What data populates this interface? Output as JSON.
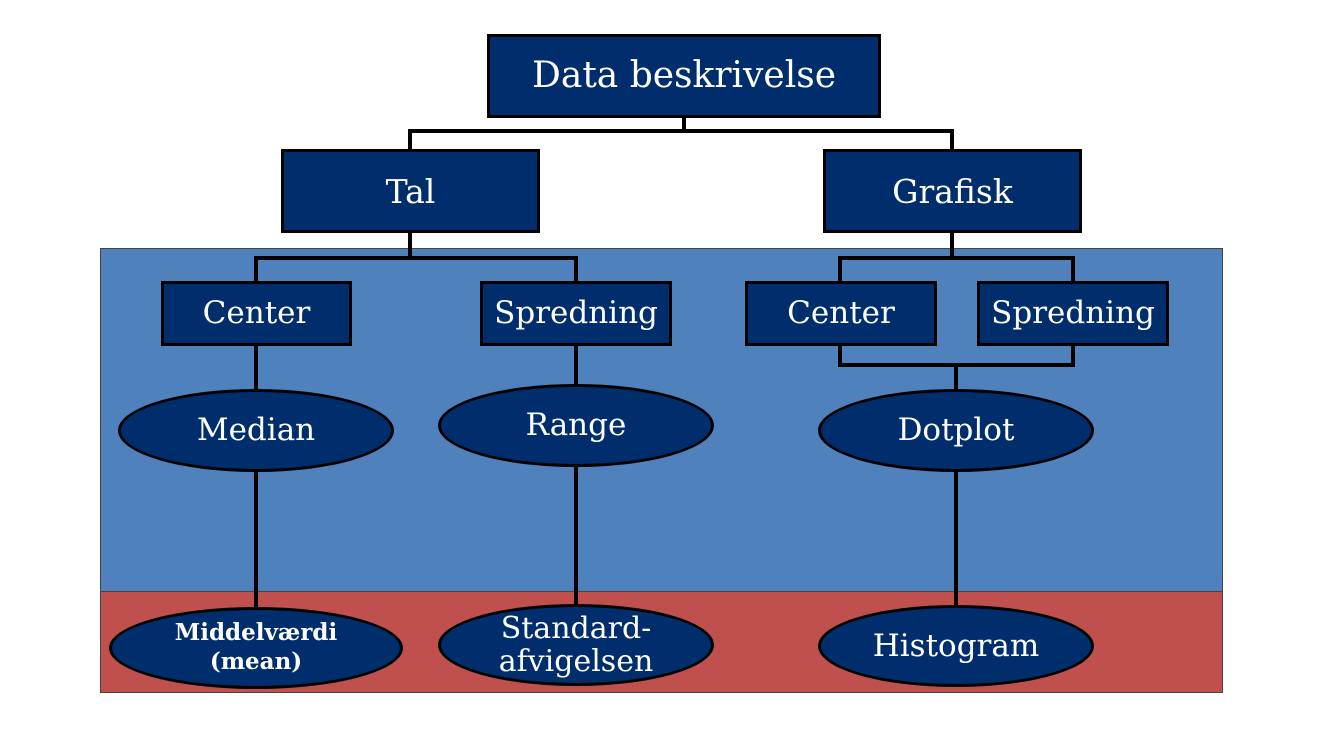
{
  "root": {
    "label": "Data beskrivelse"
  },
  "level1": [
    {
      "label": "Tal"
    },
    {
      "label": "Grafisk"
    }
  ],
  "level2": [
    {
      "label": "Center"
    },
    {
      "label": "Spredning"
    },
    {
      "label": "Center"
    },
    {
      "label": "Spredning"
    }
  ],
  "level3": [
    {
      "label": "Median"
    },
    {
      "label": "Range"
    },
    {
      "label": "Dotplot"
    }
  ],
  "level4": [
    {
      "label": "Middelværdi\n(mean)"
    },
    {
      "label": "Standard-\nafvigelsen"
    },
    {
      "label": "Histogram"
    }
  ],
  "colors": {
    "node_fill": "#002e6d",
    "band_blue": "#4f81bd",
    "band_red": "#c0504d",
    "line": "#000000"
  }
}
